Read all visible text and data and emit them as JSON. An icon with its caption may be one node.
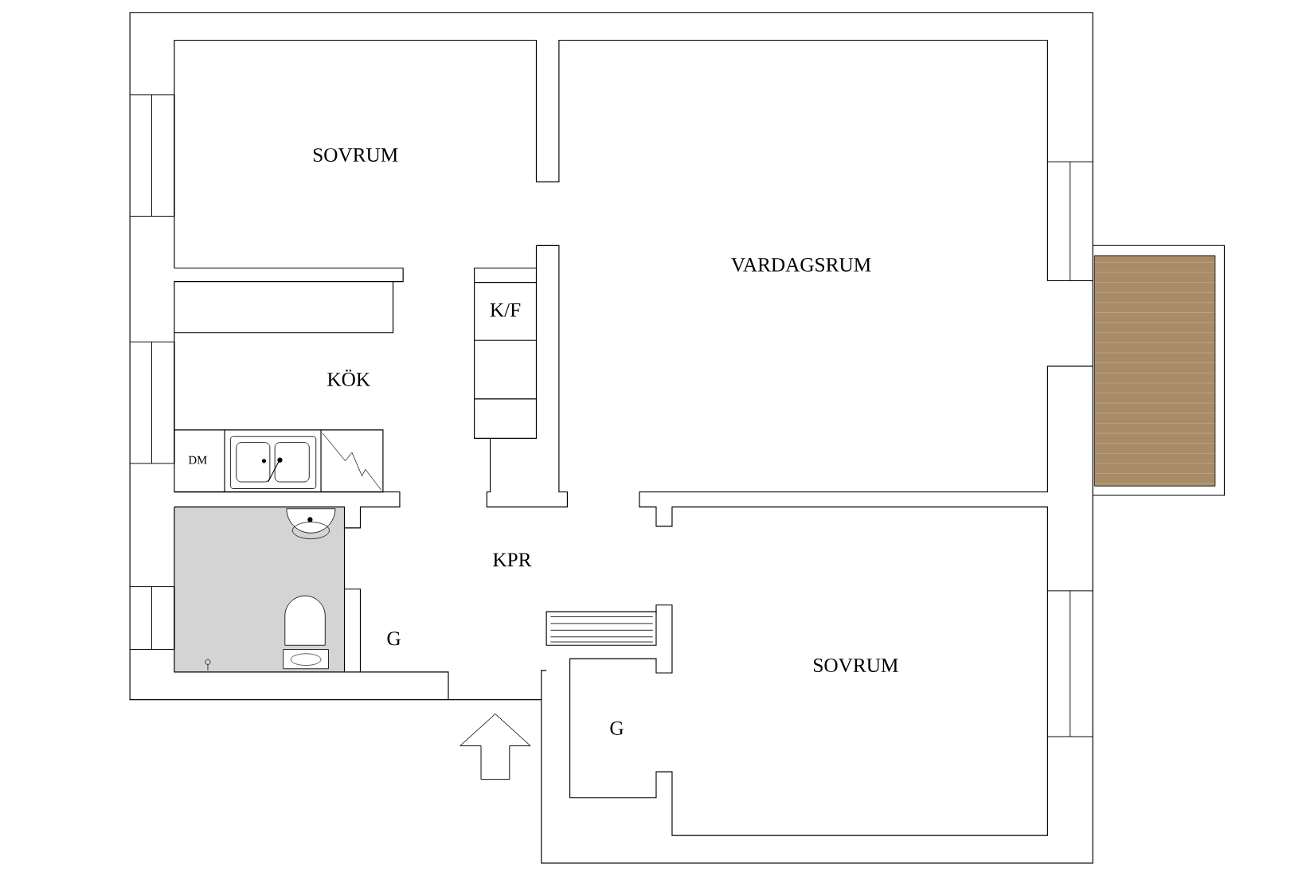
{
  "diagram": {
    "labels": [
      "SOVRUM",
      "VARDAGSRUM",
      "K/F",
      "KÖK",
      "DM",
      "KPR",
      "G",
      "SOVRUM",
      "G"
    ]
  }
}
